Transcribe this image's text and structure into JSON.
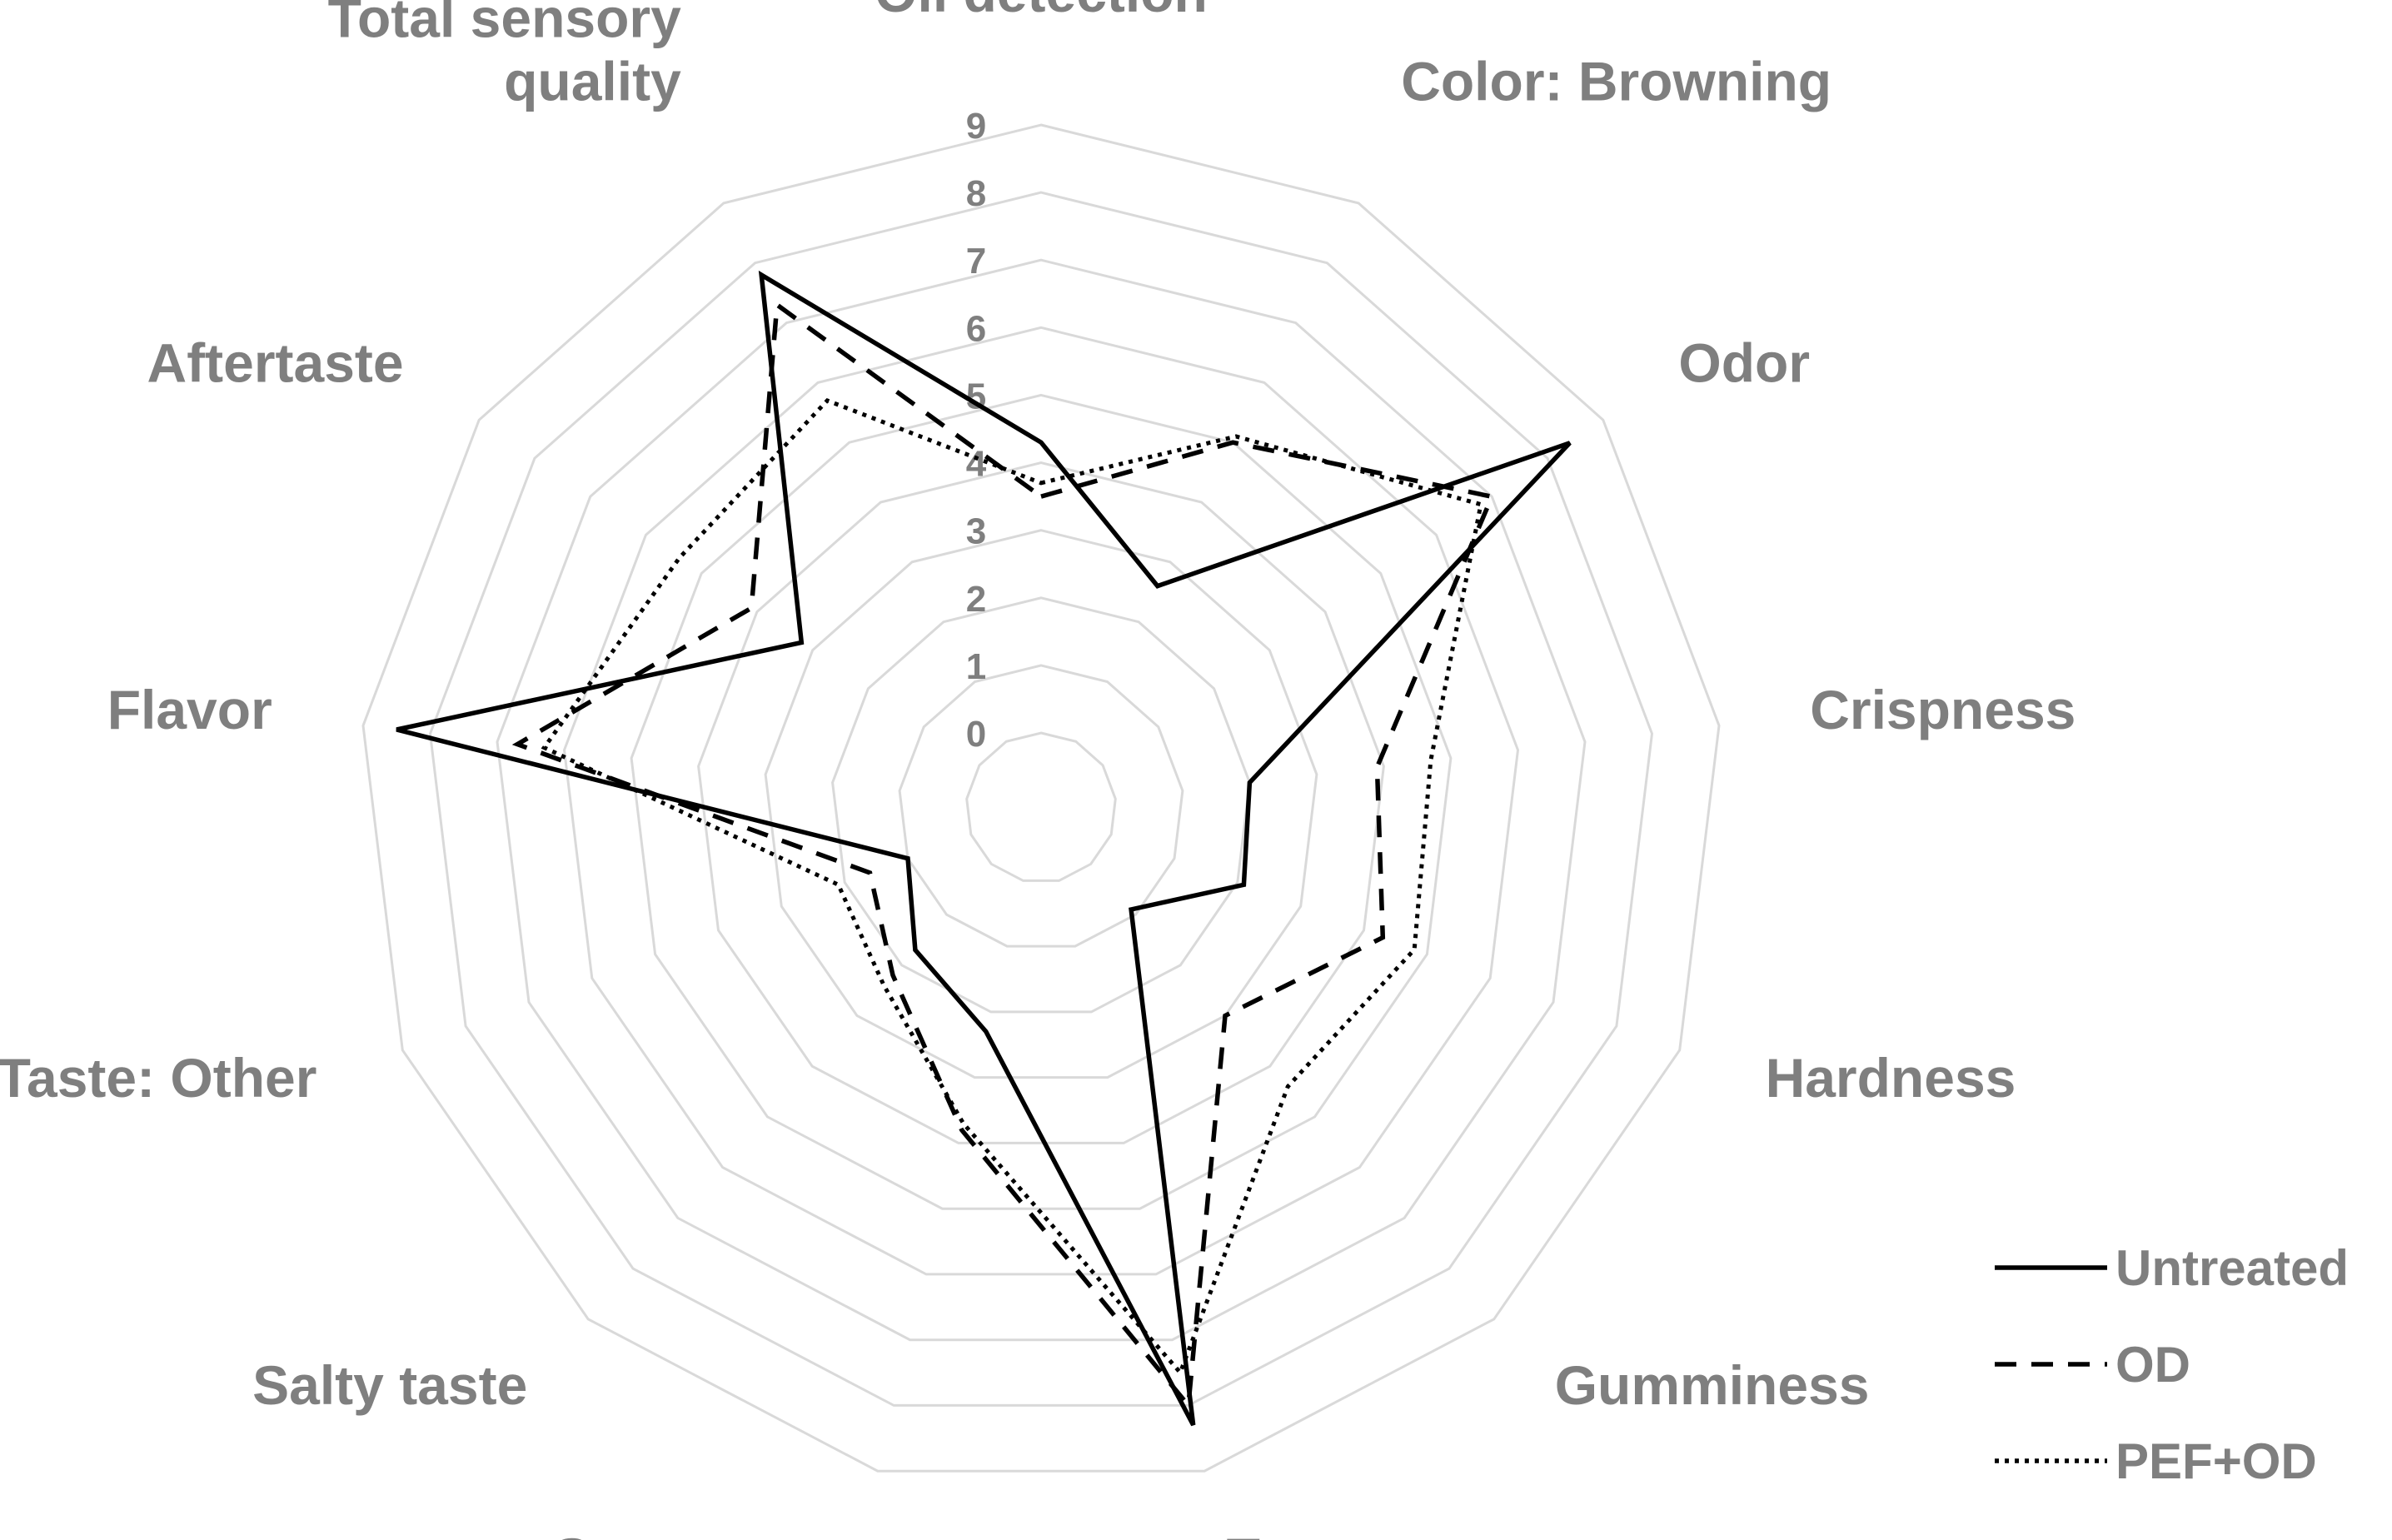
{
  "chart_data": {
    "type": "radar",
    "categories": [
      "Oil detection",
      "Color: Browning",
      "Odor",
      "Crispness",
      "Hardness",
      "Gumminess",
      "Taste",
      "Sweet taste",
      "Salty taste",
      "Taste: Other",
      "Flavor",
      "Aftertaste",
      "Total sensory quality"
    ],
    "category_lines": [
      [
        "Oil detection"
      ],
      [
        "Color: Browning"
      ],
      [
        "Odor"
      ],
      [
        "Crispness"
      ],
      [
        "Hardness"
      ],
      [
        "Gumminess"
      ],
      [
        "Taste"
      ],
      [
        "Sweet taste"
      ],
      [
        "Salty taste"
      ],
      [
        "Taste: Other"
      ],
      [
        "Flavor"
      ],
      [
        "Aftertaste"
      ],
      [
        "Total sensory",
        "quality"
      ]
    ],
    "rlim": [
      0,
      9
    ],
    "ticks": [
      "0",
      "1",
      "2",
      "3",
      "4",
      "5",
      "6",
      "7",
      "8",
      "9"
    ],
    "grid": true,
    "legend_position": "bottom-right",
    "series": [
      {
        "name": "Untreated",
        "style": "solid",
        "color": "#000000",
        "values": [
          4.3,
          2.6,
          8.4,
          2.0,
          2.1,
          0.9,
          8.3,
          2.3,
          1.7,
          1.0,
          8.5,
          3.2,
          7.8
        ]
      },
      {
        "name": "OD",
        "style": "dashed",
        "color": "#000000",
        "values": [
          3.5,
          5.0,
          7.0,
          3.9,
          4.3,
          3.0,
          8.0,
          3.8,
          2.2,
          1.6,
          6.7,
          4.1,
          7.3
        ]
      },
      {
        "name": "PEF+OD",
        "style": "dotted",
        "color": "#000000",
        "values": [
          3.7,
          5.1,
          6.8,
          4.7,
          4.8,
          4.4,
          7.5,
          3.7,
          2.4,
          2.1,
          6.3,
          5.4,
          5.7
        ]
      }
    ],
    "grid_color": "#d9d9d9",
    "label_color": "#7f7f7f"
  }
}
